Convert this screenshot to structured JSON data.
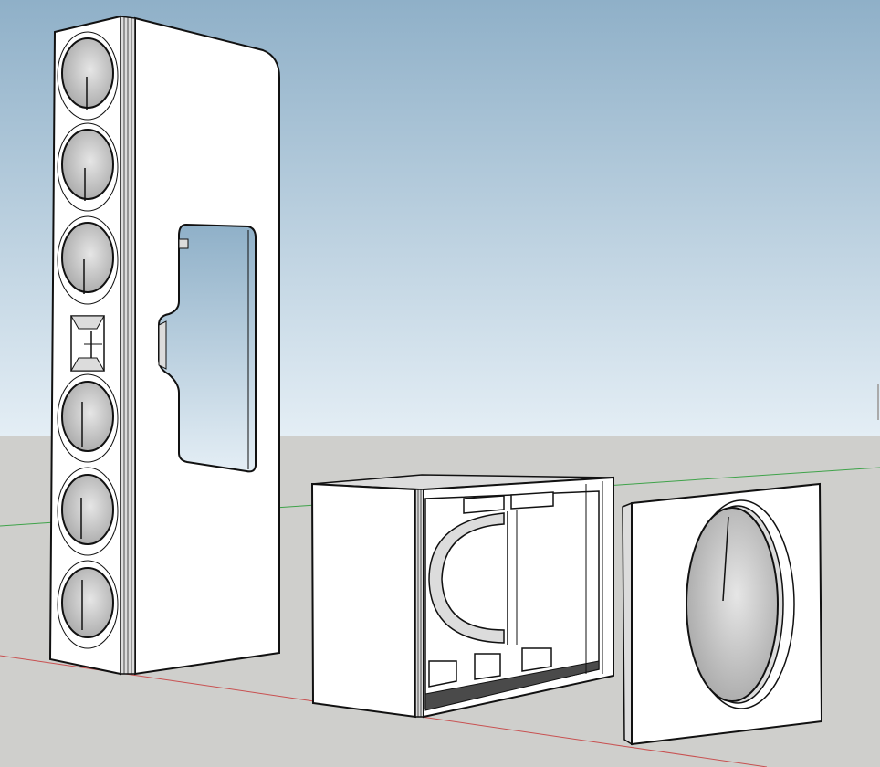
{
  "scene": {
    "sky_top_color": "#8fb0c8",
    "sky_bottom_color": "#e4eef5",
    "ground_color": "#cfcfcc",
    "model_face_color": "#ffffff",
    "model_shade_color": "#dcdcdc",
    "edge_color": "#111111",
    "axis_red_color": "#c85050",
    "axis_green_color": "#3fa34a"
  },
  "objects": [
    {
      "name": "tall-speaker-enclosure",
      "driver_count": 6,
      "tweeter_count": 1
    },
    {
      "name": "speaker-box-open"
    },
    {
      "name": "driver-baffle-panel",
      "driver_count": 1
    }
  ]
}
